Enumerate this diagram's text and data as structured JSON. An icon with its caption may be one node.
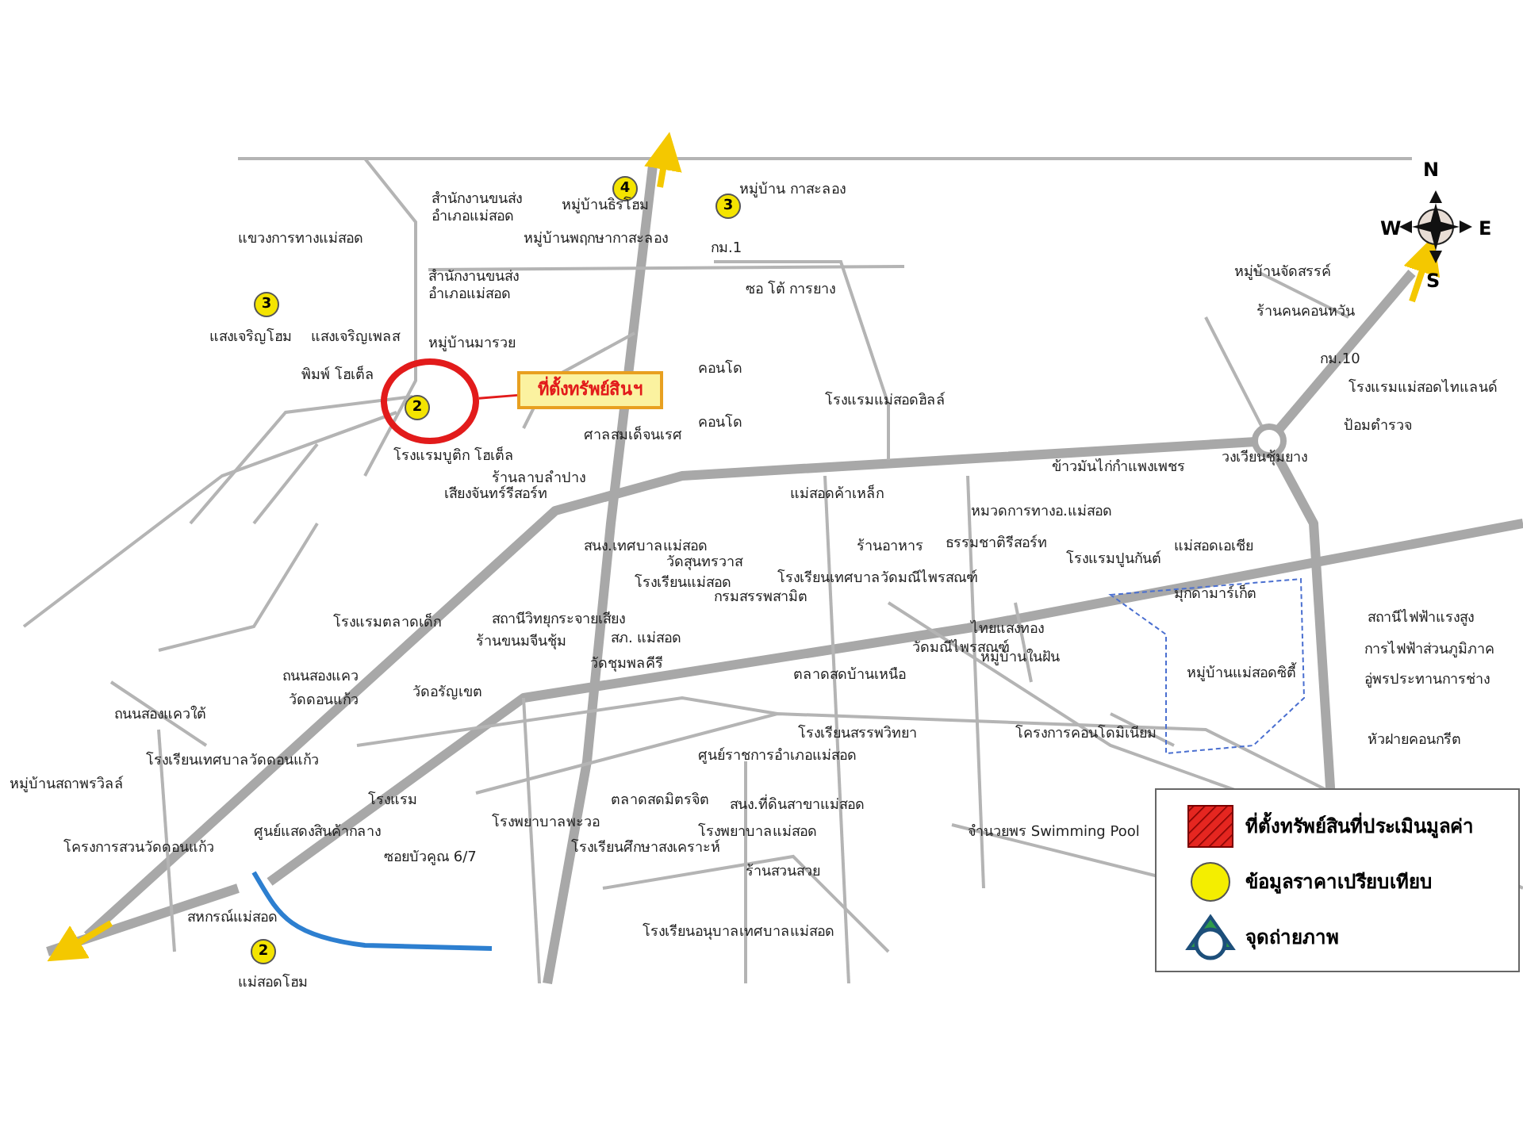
{
  "diagram": {
    "nodes": [
      {
        "text": [
          "ที่ตั้งทรัพย์สินฯ"
        ]
      },
      {
        "text": [],
        "shape": "circle"
      }
    ],
    "edges": [
      {
        "from": 0,
        "to": 1,
        "arrow": "none"
      }
    ],
    "labels": [
      "แขวงการทางแม่สอด",
      "สำนักงานขนส่ง อำเภอแม่สอด",
      "4",
      "หมู่บ้านธิรโฮม",
      "หมู่บ้านพฤกษากาสะลอง",
      "3",
      "หมู่บ้าน กาสะลอง",
      "กม.1",
      "ซอ โต้ การยาง",
      "สำนักงานขนส่ง อำเภอแม่สอด",
      "3",
      "แสงเจริญโฮม",
      "แสงเจริญเพลส",
      "พิมพ์ โฮเต็ล",
      "หมู่บ้านมารวย",
      "2",
      "โรงแรมบูติก โฮเต็ล",
      "ร้านลาบลำปาง",
      "ศาลสมเด็จนเรศ",
      "เสียงจันทร์รีสอร์ท",
      "คอนโด",
      "คอนโด",
      "หมู่บ้านจัดสรรค์",
      "ร้านคนคอนหวัน",
      "กม.10",
      "โรงแรมแม่สอดไทแลนด์",
      "ป้อมตำรวจ",
      "วงเวียนชุ้มยาง",
      "โรงแรมแม่สอดฮิลล์",
      "ข้าวมันไก่กำแพงเพชร",
      "แม่สอดค้าเหล็ก",
      "หมวดการทางอ.แม่สอด",
      "สนง.เทศบาลแม่สอด",
      "วัดสุนทรวาส",
      "โรงเรียนแม่สอด",
      "กรมสรรพสามิต",
      "โรงเรียนเทศบาลวัดมณีไพรสณฑ์",
      "ร้านอาหาร",
      "ธรรมชาติรีสอร์ท",
      "โรงแรมปูนกันต์",
      "แม่สอดเอเชีย",
      "มุกดามาร์เก็ต",
      "โรงแรมตลาดเด็ก",
      "สถานีวิทยุกระจายเสียง",
      "ร้านขนมจีนชุ้ม",
      "สภ. แม่สอด",
      "วัดชุมพลคีรี",
      "วัดอรัญเขต",
      "ตลาดสดบ้านเหนือ",
      "วัดมณีไพรสณฑ์",
      "ไทยแสงทอง",
      "หมู่บ้านในฝัน",
      "หมู่บ้านแม่สอดซิตี้",
      "สถานีไฟฟ้าแรงสูง",
      "การไฟฟ้าส่วนภูมิภาค",
      "อู่พรประทานการช่าง",
      "หัวฝายคอนกรีต",
      "ถนนสองแคว",
      "ถนนสองแควใต้",
      "วัดดอนแก้ว",
      "โรงเรียนสรรพวิทยา",
      "ศูนย์ราชการอำเภอแม่สอด",
      "โครงการคอนโดมิเนียม",
      "โรงเรียนเทศบาลวัดดอนแก้ว",
      "หมู่บ้านสถาพรวิลล์",
      "ตลาดสดมิตรจิต",
      "โรงพยาบาลพะวอ",
      "สนง.ที่ดินสาขาแม่สอด",
      "โรงพยาบาลแม่สอด",
      "โรงเรียนศึกษาสงเคราะห์",
      "ศูนย์แสดงสินค้ากลาง",
      "โรงแรม",
      "โครงการสวนวัดดอนแก้ว",
      "ซอยบัวคูณ 6/7",
      "จำนวยพร Swimming Pool",
      "ร้านสวนสวย",
      "สหกรณ์แม่สอด",
      "โรงเรียนอนุบาลเทศบาลแม่สอด",
      "2",
      "แม่สอดโฮม",
      "N",
      "W",
      "E",
      "S"
    ],
    "legend": [
      {
        "text": "ที่ตั้งทรัพย์สินที่ประเมินมูลค่า"
      },
      {
        "text": "ข้อมูลราคาเปรียบเทียบ"
      },
      {
        "text": "จุดถ่ายภาพ"
      }
    ]
  }
}
